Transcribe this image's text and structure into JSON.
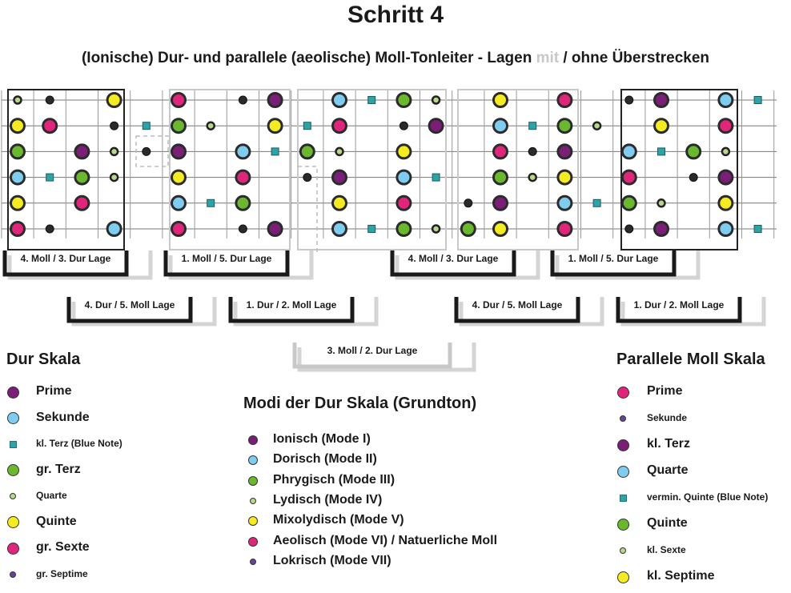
{
  "page": {
    "title": "Schritt 4",
    "subtitle_pre": "(Ionische) Dur- und parallele (aeolische) Moll-Tonleiter - Lagen ",
    "subtitle_faint": "mit",
    "subtitle_post": " / ohne Überstrecken"
  },
  "colors": {
    "prime": "#7b1e78",
    "sekunde": "#7ecdf0",
    "terz_klein": "#2ba3a8",
    "terz": "#6ab82e",
    "quarte": "#b4d98a",
    "quinte": "#f4ec20",
    "sexte": "#e0267a",
    "septime": "#6a3fa0"
  },
  "positions": [
    {
      "label": "4. Moll / 3. Dur Lage"
    },
    {
      "label": "1. Moll / 5. Dur Lage"
    },
    {
      "label": "4. Moll / 3. Dur Lage"
    },
    {
      "label": "1. Moll / 5. Dur Lage"
    },
    {
      "label": "4. Dur / 5. Moll Lage"
    },
    {
      "label": "1. Dur / 2. Moll Lage"
    },
    {
      "label": "4. Dur / 5. Moll Lage"
    },
    {
      "label": "1. Dur / 2. Moll Lage"
    },
    {
      "label": "3. Moll / 2. Dur Lage"
    }
  ],
  "fretboard": {
    "strings": 6,
    "notes": [
      {
        "fret": 0,
        "string": 0,
        "type": "quarte"
      },
      {
        "fret": 1,
        "string": 0,
        "type": "septime"
      },
      {
        "fret": 3,
        "string": 0,
        "type": "quinte"
      },
      {
        "fret": 0,
        "string": 1,
        "type": "quinte"
      },
      {
        "fret": 1,
        "string": 1,
        "type": "sexte"
      },
      {
        "fret": 3,
        "string": 1,
        "type": "septime"
      },
      {
        "fret": 0,
        "string": 2,
        "type": "terz"
      },
      {
        "fret": 2,
        "string": 2,
        "type": "prime"
      },
      {
        "fret": 3,
        "string": 2,
        "type": "quarte"
      },
      {
        "fret": 0,
        "string": 3,
        "type": "sekunde"
      },
      {
        "fret": 1,
        "string": 3,
        "type": "terz_klein"
      },
      {
        "fret": 2,
        "string": 3,
        "type": "terz"
      },
      {
        "fret": 3,
        "string": 3,
        "type": "quarte"
      },
      {
        "fret": 0,
        "string": 4,
        "type": "quinte"
      },
      {
        "fret": 2,
        "string": 4,
        "type": "sexte"
      },
      {
        "fret": 0,
        "string": 5,
        "type": "sexte"
      },
      {
        "fret": 1,
        "string": 5,
        "type": "septime"
      },
      {
        "fret": 3,
        "string": 5,
        "type": "sekunde"
      },
      {
        "fret": 5,
        "string": 0,
        "type": "sexte"
      },
      {
        "fret": 7,
        "string": 0,
        "type": "septime"
      },
      {
        "fret": 8,
        "string": 0,
        "type": "prime"
      },
      {
        "fret": 5,
        "string": 1,
        "type": "terz"
      },
      {
        "fret": 6,
        "string": 1,
        "type": "quarte"
      },
      {
        "fret": 8,
        "string": 1,
        "type": "quinte"
      },
      {
        "fret": 5,
        "string": 2,
        "type": "prime"
      },
      {
        "fret": 7,
        "string": 2,
        "type": "sekunde"
      },
      {
        "fret": 8,
        "string": 2,
        "type": "terz_klein"
      },
      {
        "fret": 5,
        "string": 3,
        "type": "quinte"
      },
      {
        "fret": 7,
        "string": 3,
        "type": "sexte"
      },
      {
        "fret": 5,
        "string": 4,
        "type": "sekunde"
      },
      {
        "fret": 6,
        "string": 4,
        "type": "terz_klein"
      },
      {
        "fret": 7,
        "string": 4,
        "type": "terz"
      },
      {
        "fret": 5,
        "string": 5,
        "type": "sexte"
      },
      {
        "fret": 7,
        "string": 5,
        "type": "septime"
      },
      {
        "fret": 8,
        "string": 5,
        "type": "prime"
      },
      {
        "fret": 10,
        "string": 0,
        "type": "sekunde"
      },
      {
        "fret": 11,
        "string": 0,
        "type": "terz_klein"
      },
      {
        "fret": 12,
        "string": 0,
        "type": "terz"
      },
      {
        "fret": 13,
        "string": 0,
        "type": "quarte"
      },
      {
        "fret": 10,
        "string": 1,
        "type": "sexte"
      },
      {
        "fret": 12,
        "string": 1,
        "type": "septime"
      },
      {
        "fret": 13,
        "string": 1,
        "type": "prime"
      },
      {
        "fret": 9,
        "string": 2,
        "type": "terz"
      },
      {
        "fret": 10,
        "string": 2,
        "type": "quarte"
      },
      {
        "fret": 12,
        "string": 2,
        "type": "quinte"
      },
      {
        "fret": 9,
        "string": 3,
        "type": "septime"
      },
      {
        "fret": 10,
        "string": 3,
        "type": "prime"
      },
      {
        "fret": 12,
        "string": 3,
        "type": "sekunde"
      },
      {
        "fret": 13,
        "string": 3,
        "type": "terz_klein"
      },
      {
        "fret": 10,
        "string": 4,
        "type": "quinte"
      },
      {
        "fret": 12,
        "string": 4,
        "type": "sexte"
      },
      {
        "fret": 10,
        "string": 5,
        "type": "sekunde"
      },
      {
        "fret": 11,
        "string": 5,
        "type": "terz_klein"
      },
      {
        "fret": 12,
        "string": 5,
        "type": "terz"
      },
      {
        "fret": 13,
        "string": 5,
        "type": "quarte"
      },
      {
        "fret": 15,
        "string": 0,
        "type": "quinte"
      },
      {
        "fret": 17,
        "string": 0,
        "type": "sexte"
      },
      {
        "fret": 15,
        "string": 1,
        "type": "sekunde"
      },
      {
        "fret": 16,
        "string": 1,
        "type": "terz_klein"
      },
      {
        "fret": 17,
        "string": 1,
        "type": "terz"
      },
      {
        "fret": 18,
        "string": 1,
        "type": "quarte"
      },
      {
        "fret": 15,
        "string": 2,
        "type": "sexte"
      },
      {
        "fret": 16,
        "string": 2,
        "type": "septime"
      },
      {
        "fret": 17,
        "string": 2,
        "type": "prime"
      },
      {
        "fret": 15,
        "string": 3,
        "type": "terz"
      },
      {
        "fret": 16,
        "string": 3,
        "type": "quarte"
      },
      {
        "fret": 17,
        "string": 3,
        "type": "quinte"
      },
      {
        "fret": 14,
        "string": 4,
        "type": "septime"
      },
      {
        "fret": 15,
        "string": 4,
        "type": "prime"
      },
      {
        "fret": 17,
        "string": 4,
        "type": "sekunde"
      },
      {
        "fret": 18,
        "string": 4,
        "type": "terz_klein"
      },
      {
        "fret": 14,
        "string": 5,
        "type": "terz"
      },
      {
        "fret": 15,
        "string": 5,
        "type": "quinte"
      },
      {
        "fret": 17,
        "string": 5,
        "type": "sexte"
      },
      {
        "fret": 19,
        "string": 0,
        "type": "septime"
      },
      {
        "fret": 20,
        "string": 0,
        "type": "prime"
      },
      {
        "fret": 22,
        "string": 0,
        "type": "sekunde"
      },
      {
        "fret": 23,
        "string": 0,
        "type": "terz_klein"
      },
      {
        "fret": 20,
        "string": 1,
        "type": "quinte"
      },
      {
        "fret": 22,
        "string": 1,
        "type": "sexte"
      },
      {
        "fret": 19,
        "string": 2,
        "type": "sekunde"
      },
      {
        "fret": 20,
        "string": 2,
        "type": "terz_klein"
      },
      {
        "fret": 21,
        "string": 2,
        "type": "terz"
      },
      {
        "fret": 22,
        "string": 2,
        "type": "quarte"
      },
      {
        "fret": 19,
        "string": 3,
        "type": "sexte"
      },
      {
        "fret": 21,
        "string": 3,
        "type": "septime"
      },
      {
        "fret": 22,
        "string": 3,
        "type": "prime"
      },
      {
        "fret": 19,
        "string": 4,
        "type": "terz"
      },
      {
        "fret": 20,
        "string": 4,
        "type": "quarte"
      },
      {
        "fret": 22,
        "string": 4,
        "type": "quinte"
      },
      {
        "fret": 19,
        "string": 5,
        "type": "septime"
      },
      {
        "fret": 20,
        "string": 5,
        "type": "prime"
      },
      {
        "fret": 22,
        "string": 5,
        "type": "sekunde"
      },
      {
        "fret": 23,
        "string": 5,
        "type": "terz_klein"
      },
      {
        "fret": 4,
        "string": 1,
        "type": "terz_klein"
      },
      {
        "fret": 4,
        "string": 2,
        "type": "septime"
      },
      {
        "fret": 9,
        "string": 1,
        "type": "terz_klein"
      }
    ]
  },
  "legend_dur": {
    "heading": "Dur Skala",
    "items": [
      {
        "label": "Prime",
        "type": "prime",
        "size": "lg"
      },
      {
        "label": "Sekunde",
        "type": "sekunde",
        "size": "lg"
      },
      {
        "label": "kl. Terz (Blue Note)",
        "type": "terz_klein",
        "size": "sq"
      },
      {
        "label": "gr. Terz",
        "type": "terz",
        "size": "lg"
      },
      {
        "label": "Quarte",
        "type": "quarte",
        "size": "sm"
      },
      {
        "label": "Quinte",
        "type": "quinte",
        "size": "lg"
      },
      {
        "label": "gr. Sexte",
        "type": "sexte",
        "size": "lg"
      },
      {
        "label": "gr. Septime",
        "type": "septime",
        "size": "sm"
      }
    ]
  },
  "legend_modi": {
    "heading": "Modi der Dur Skala (Grundton)",
    "items": [
      {
        "label": "Ionisch (Mode I)",
        "type": "prime",
        "size": "md"
      },
      {
        "label": "Dorisch (Mode II)",
        "type": "sekunde",
        "size": "md"
      },
      {
        "label": "Phrygisch (Mode III)",
        "type": "terz",
        "size": "md"
      },
      {
        "label": "Lydisch (Mode IV)",
        "type": "quarte",
        "size": "sm"
      },
      {
        "label": "Mixolydisch (Mode V)",
        "type": "quinte",
        "size": "md"
      },
      {
        "label": "Aeolisch (Mode VI) / Natuerliche Moll",
        "type": "sexte",
        "size": "md"
      },
      {
        "label": "Lokrisch (Mode VII)",
        "type": "septime",
        "size": "sm"
      }
    ]
  },
  "legend_moll": {
    "heading": "Parallele Moll Skala",
    "items": [
      {
        "label": "Prime",
        "type": "sexte",
        "size": "lg"
      },
      {
        "label": "Sekunde",
        "type": "septime",
        "size": "sm"
      },
      {
        "label": "kl. Terz",
        "type": "prime",
        "size": "lg"
      },
      {
        "label": "Quarte",
        "type": "sekunde",
        "size": "lg"
      },
      {
        "label": "vermin. Quinte (Blue Note)",
        "type": "terz_klein",
        "size": "sq"
      },
      {
        "label": "Quinte",
        "type": "terz",
        "size": "lg"
      },
      {
        "label": "kl. Sexte",
        "type": "quarte",
        "size": "sm"
      },
      {
        "label": "kl. Septime",
        "type": "quinte",
        "size": "lg"
      }
    ]
  }
}
